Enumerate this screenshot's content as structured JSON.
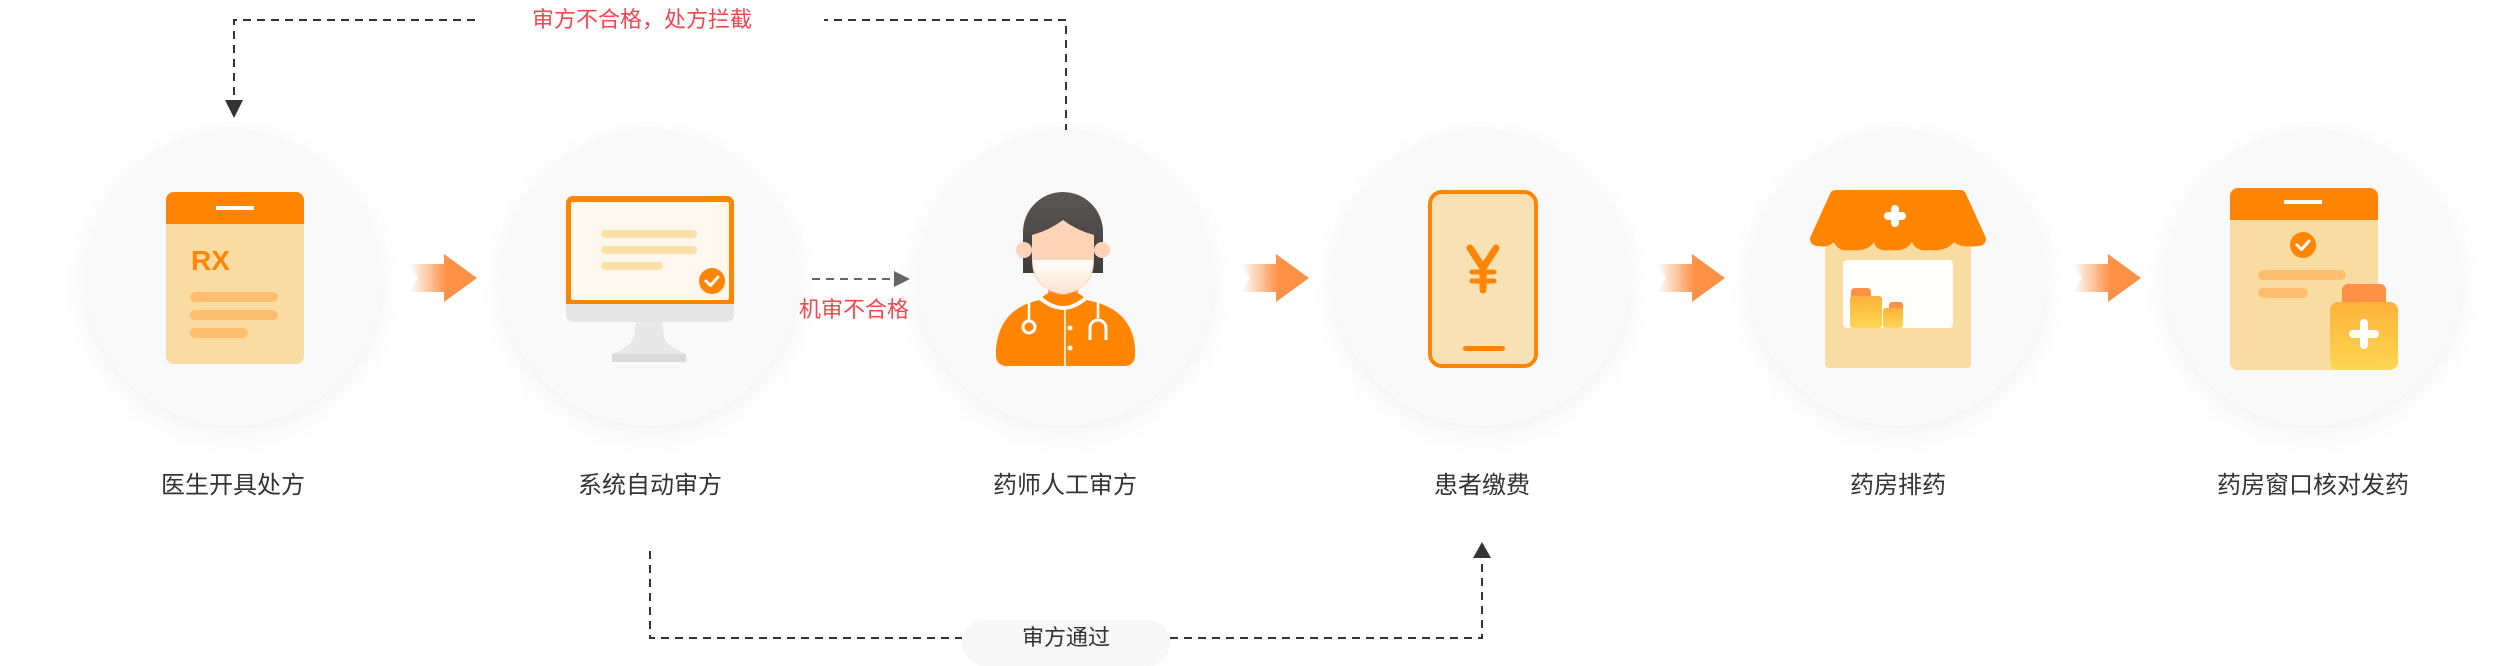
{
  "colors": {
    "accent_orange": "#FF8502",
    "light_orange": "#F8DCA2",
    "arrow_orange": "#FF9147",
    "error_red": "#F5474F",
    "connector": "#333333",
    "label_text": "#333333",
    "circle_bg": "#F9F9F9"
  },
  "steps": [
    {
      "label": "医生开具处方",
      "icon": "prescription-rx-icon",
      "icon_text": "RX"
    },
    {
      "label": "系统自动审方",
      "icon": "monitor-check-icon"
    },
    {
      "label": "药师人工审方",
      "icon": "pharmacist-icon"
    },
    {
      "label": "患者缴费",
      "icon": "phone-payment-icon",
      "icon_text": "¥"
    },
    {
      "label": "药房排药",
      "icon": "pharmacy-shop-icon"
    },
    {
      "label": "药房窗口核对发药",
      "icon": "dispense-check-icon"
    }
  ],
  "connectors": {
    "reject_loop": {
      "label": "审方不合格，处方拦截",
      "from_step": 3,
      "to_step": 1
    },
    "machine_fail": {
      "label": "机审不合格",
      "from_step": 2,
      "to_step": 3
    },
    "pass_loop": {
      "label": "审方通过",
      "from_step": 2,
      "to_step": 4
    }
  }
}
